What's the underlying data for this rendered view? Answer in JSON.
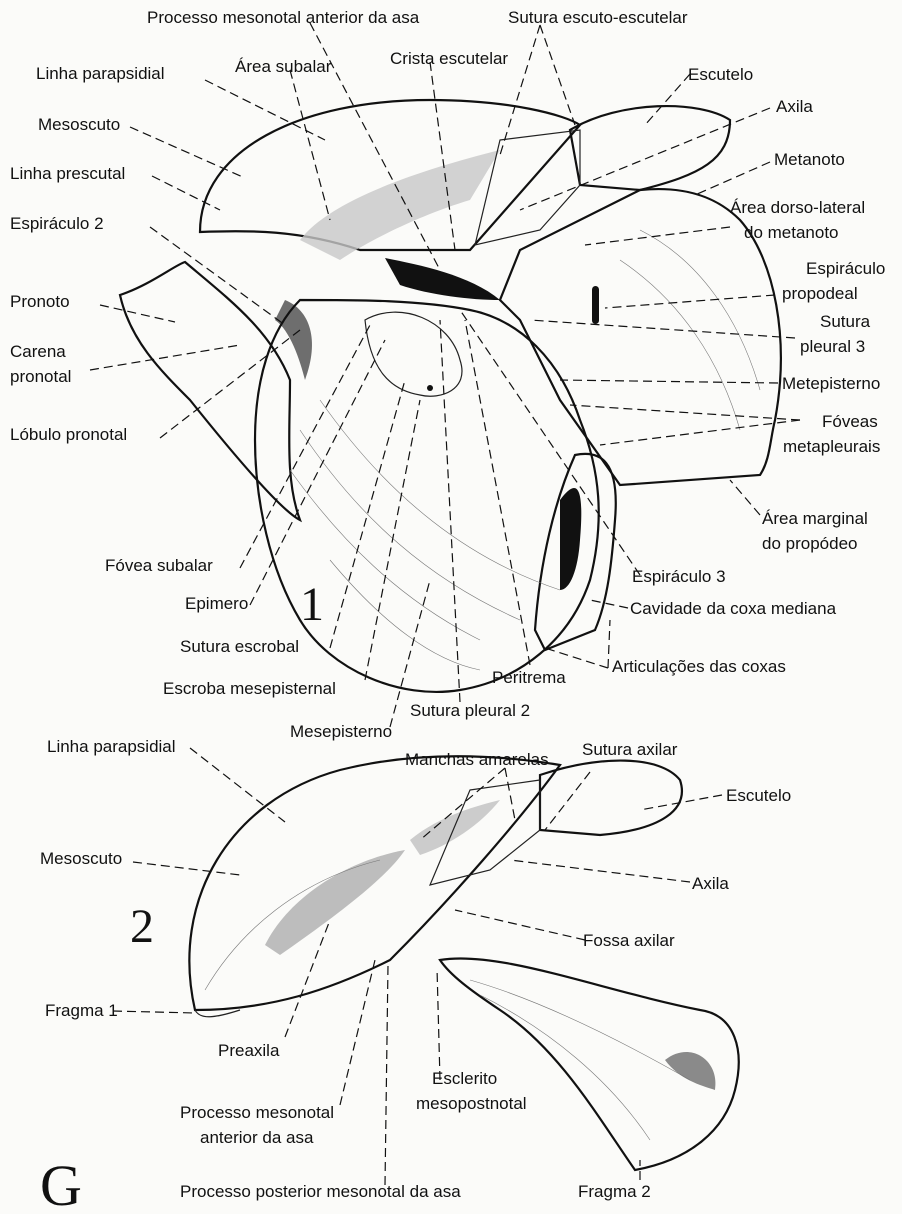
{
  "fig1": {
    "number": "1",
    "labels": {
      "proc_mesonotal_ant": "Processo mesonotal anterior da asa",
      "sutura_escuto": "Sutura escuto-escutelar",
      "linha_parapsidial": "Linha parapsidial",
      "area_subalar": "Área subalar",
      "crista_escutelar": "Crista escutelar",
      "escutelo": "Escutelo",
      "axila": "Axila",
      "mesoscuto": "Mesoscuto",
      "linha_prescutal": "Linha prescutal",
      "metanoto": "Metanoto",
      "area_dorso_1": "Área dorso-lateral",
      "area_dorso_2": "do metanoto",
      "espiraculo_2": "Espiráculo 2",
      "espiraculo_prop_1": "Espiráculo",
      "espiraculo_prop_2": "propodeal",
      "pronoto": "Pronoto",
      "sutura_pleural3_1": "Sutura",
      "sutura_pleural3_2": "pleural 3",
      "carena_1": "Carena",
      "carena_2": "pronotal",
      "metepisterno": "Metepisterno",
      "lobulo": "Lóbulo pronotal",
      "foveas_1": "Fóveas",
      "foveas_2": "metapleurais",
      "area_marginal_1": "Área marginal",
      "area_marginal_2": "do propódeo",
      "fovea_subalar": "Fóvea subalar",
      "espiraculo_3": "Espiráculo 3",
      "epimero": "Epimero",
      "cavidade": "Cavidade da coxa mediana",
      "sutura_escrobal": "Sutura escrobal",
      "articulacoes": "Articulações das coxas",
      "peritrema": "Peritrema",
      "escroba": "Escroba mesepisternal",
      "sutura_pleural2": "Sutura pleural 2",
      "mesepisterno": "Mesepisterno"
    }
  },
  "fig2": {
    "number": "2",
    "labels": {
      "linha_parapsidial": "Linha parapsidial",
      "manchas": "Manchas amarelas",
      "sutura_axilar": "Sutura axilar",
      "escutelo": "Escutelo",
      "mesoscuto": "Mesoscuto",
      "axila": "Axila",
      "fossa_axilar": "Fossa axilar",
      "fragma1": "Fragma 1",
      "preaxila": "Preaxila",
      "esclerito_1": "Esclerito",
      "esclerito_2": "mesopostnotal",
      "proc_ant_1": "Processo mesonotal",
      "proc_ant_2": "anterior da asa",
      "proc_post": "Processo posterior mesonotal da asa",
      "fragma2": "Fragma 2"
    }
  },
  "plate_letter": "G",
  "colors": {
    "ink": "#111111",
    "stipple": "#b9b9b9",
    "dark_area": "#6e6e6e",
    "paper": "#fbfbf9"
  }
}
